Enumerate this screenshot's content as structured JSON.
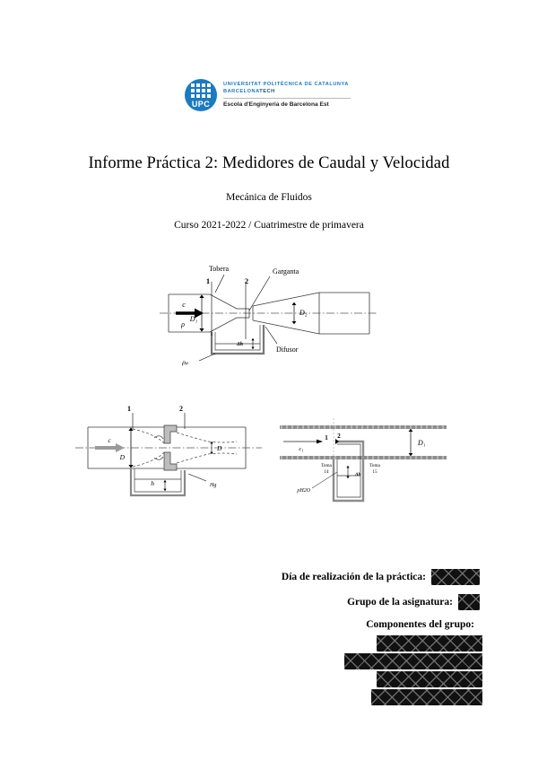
{
  "letterhead": {
    "logo_text": "UPC",
    "line1": "UNIVERSITAT POLITÈCNICA DE CATALUNYA",
    "line2_a": "BARCELONA",
    "line2_b": "TECH",
    "line3": "Escola d'Enginyeria de Barcelona Est"
  },
  "title": {
    "main": "Informe Práctica 2: Medidores de Caudal y Velocidad",
    "subject": "Mecánica de Fluidos",
    "term": "Curso 2021-2022 / Cuatrimestre de primavera"
  },
  "figures": {
    "venturi": {
      "labels": {
        "tobera": "Tobera",
        "garganta": "Garganta",
        "difusor": "Difusor",
        "point1": "1",
        "point2": "2",
        "velocity": "c",
        "density": "ρ",
        "diameter1": "D₁",
        "diameter2": "D₂",
        "delta_h": "Δh",
        "manometer_density": "ρₘ"
      }
    },
    "orifice": {
      "labels": {
        "point1": "1",
        "point2": "2",
        "velocity": "c",
        "diameter1": "D",
        "diameter2": "D",
        "height": "h",
        "fluid": "Hg"
      }
    },
    "pitot": {
      "labels": {
        "point1": "1",
        "point2": "2",
        "velocity": "c₁",
        "diameter": "D₁",
        "tap_left": "Toma",
        "tap_left_num": "14",
        "tap_right": "Toma",
        "tap_right_num": "15",
        "manometer": "ρH2O",
        "delta_h": "Δh"
      }
    }
  },
  "form": {
    "day_label": "Día de realización de la práctica:",
    "group_label": "Grupo de la asignatura:",
    "members_label": "Componentes del grupo:",
    "day_value": "",
    "group_value": "",
    "members": [
      "",
      "",
      "",
      ""
    ]
  },
  "colors": {
    "brand_blue": "#1b7bbf",
    "brand_dark_blue": "#0f4f7a",
    "redaction": "#111111",
    "page_background": "#ffffff",
    "ink": "#000000"
  }
}
